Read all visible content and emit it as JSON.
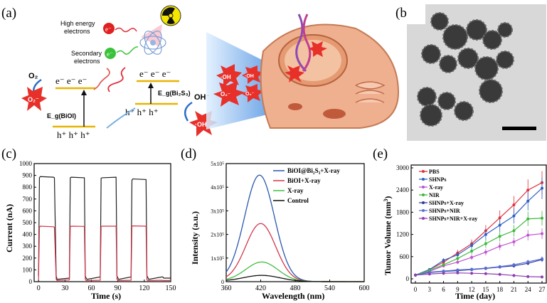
{
  "panels": {
    "a": {
      "label": "(a)",
      "texts": {
        "high_energy": "High energy",
        "electrons_1": "electrons",
        "secondary": "Secondary",
        "electrons_2": "electrons",
        "e_minus": "e⁻",
        "cb_left": "e⁻ e⁻ e⁻",
        "cb_right": "e⁻  e⁻  e⁻",
        "vb_left": "h⁺    h⁺    h⁺",
        "vb_right": "h⁺   h⁺   h⁺",
        "o2": "O₂",
        "o2_radical": "O₂⁻",
        "eg_bioi": "E_g(BiOI)",
        "eg_bi2s3": "E_g(Bi₂S₃)",
        "oh_minus": "OH⁻",
        "oh_radical": "·OH",
        "cell_oh1": "·OH",
        "cell_oh2": "·OH",
        "cell_o2": "O₂⁻",
        "cell_o1": "O₂⁻"
      },
      "colors": {
        "cb_band": "#e8b400",
        "vb_band": "#e8b400",
        "burst": "#e8302a",
        "arrow": "#2d6ec8",
        "radioactive": "#f3e600",
        "cell": "#e7a27c"
      }
    },
    "b": {
      "label": "(b)"
    },
    "c": {
      "label": "(c)",
      "chart_data": {
        "type": "line",
        "xlabel": "Time (s)",
        "ylabel": "Current (nA)",
        "xlim": [
          -5,
          150
        ],
        "ylim": [
          0,
          1000
        ],
        "xticks": [
          0,
          30,
          60,
          90,
          120,
          150
        ],
        "yticks": [
          0,
          100,
          200,
          300,
          400,
          500,
          600,
          700,
          800,
          900,
          1000
        ],
        "series": [
          {
            "color": "#222222",
            "x": [
              0,
              1,
              2,
              17,
              18,
              20,
              21,
              35,
              36,
              37,
              52,
              53,
              54,
              55,
              70,
              71,
              72,
              88,
              89,
              90,
              91,
              105,
              106,
              107,
              122,
              123,
              124,
              125,
              140,
              141,
              142,
              150
            ],
            "y": [
              50,
              880,
              890,
              885,
              880,
              50,
              20,
              30,
              880,
              885,
              880,
              50,
              30,
              20,
              40,
              875,
              880,
              885,
              50,
              30,
              20,
              40,
              860,
              870,
              865,
              50,
              35,
              20,
              40,
              40,
              30,
              30
            ]
          },
          {
            "color": "#d4364a",
            "x": [
              0,
              1,
              2,
              17,
              18,
              20,
              21,
              35,
              36,
              37,
              52,
              53,
              54,
              55,
              70,
              71,
              72,
              88,
              89,
              90,
              91,
              105,
              106,
              107,
              122,
              123,
              124,
              125,
              140,
              141,
              142,
              150
            ],
            "y": [
              20,
              460,
              470,
              465,
              460,
              20,
              10,
              15,
              465,
              470,
              468,
              20,
              10,
              10,
              12,
              465,
              470,
              470,
              20,
              10,
              10,
              12,
              470,
              472,
              470,
              15,
              10,
              10,
              12,
              10,
              10,
              10
            ]
          }
        ]
      }
    },
    "d": {
      "label": "(d)",
      "chart_data": {
        "type": "line",
        "xlabel": "Wavelength (nm)",
        "ylabel": "Intensity (a.u.)",
        "xlim": [
          360,
          600
        ],
        "ylim": [
          0,
          500000
        ],
        "xticks": [
          360,
          420,
          480,
          540,
          600
        ],
        "ytick_labels": [
          "0",
          "1x10⁵",
          "2x10⁵",
          "3x10⁵",
          "4x10⁵",
          "5x10⁵"
        ],
        "series": [
          {
            "name": "BiOI@Bi₂S₃+X-ray",
            "color": "#2a57b0",
            "peak": 450000,
            "center": 418,
            "width": 26
          },
          {
            "name": "BiOI+X-ray",
            "color": "#d4364a",
            "peak": 245000,
            "center": 420,
            "width": 26
          },
          {
            "name": "X-ray",
            "color": "#3fbf3f",
            "peak": 82000,
            "center": 422,
            "width": 28
          },
          {
            "name": "Control",
            "color": "#111111",
            "peak": 26000,
            "center": 422,
            "width": 32
          }
        ]
      }
    },
    "e": {
      "label": "(e)",
      "chart_data": {
        "type": "line",
        "xlabel": "Time (day)",
        "ylabel": "Tumor Volume (mm³)",
        "xlim": [
          0,
          27
        ],
        "ylim": [
          0,
          3000
        ],
        "x": [
          0,
          3,
          6,
          9,
          12,
          15,
          18,
          21,
          24,
          27
        ],
        "xticks": [
          0,
          3,
          6,
          9,
          12,
          15,
          18,
          21,
          24,
          27
        ],
        "yticks": [
          0,
          600,
          1200,
          1800,
          2400,
          3000
        ],
        "series": [
          {
            "name": "PBS",
            "color": "#e0303c",
            "values": [
              100,
              250,
              450,
              700,
              950,
              1300,
              1650,
              2000,
              2400,
              2600
            ]
          },
          {
            "name": "SHNPs",
            "color": "#2f5fc4",
            "values": [
              100,
              250,
              500,
              650,
              900,
              1200,
              1450,
              1700,
              2100,
              2450
            ]
          },
          {
            "name": "X-ray",
            "color": "#c054d0",
            "values": [
              100,
              200,
              350,
              450,
              580,
              720,
              880,
              1000,
              1180,
              1220
            ]
          },
          {
            "name": "NIR",
            "color": "#3db83d",
            "values": [
              100,
              230,
              380,
              550,
              750,
              950,
              1150,
              1300,
              1620,
              1640
            ]
          },
          {
            "name": "SHNPs+X-ray",
            "color": "#303a9c",
            "values": [
              100,
              170,
              200,
              220,
              250,
              280,
              320,
              350,
              420,
              520
            ]
          },
          {
            "name": "SHNPs+NIR",
            "color": "#5a6fd6",
            "values": [
              100,
              180,
              210,
              240,
              260,
              290,
              330,
              380,
              460,
              540
            ]
          },
          {
            "name": "SHNPs+NIR+X-ray",
            "color": "#8e3fb0",
            "values": [
              100,
              130,
              150,
              160,
              150,
              140,
              120,
              90,
              60,
              50
            ]
          }
        ]
      }
    }
  }
}
